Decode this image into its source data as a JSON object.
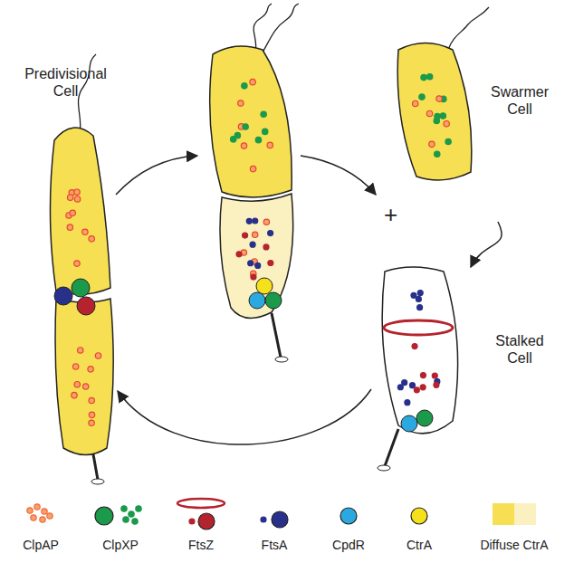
{
  "diagram": {
    "nodes": [
      {
        "text": [
          "Predivisional Cell"
        ]
      },
      {
        "text": [
          "Swarmer Cell"
        ]
      },
      {
        "text": [
          "Stalked Cell"
        ]
      }
    ],
    "edges": [
      {
        "from": 1,
        "to": 2,
        "arrow": "to"
      },
      {
        "from": 2,
        "to": 0,
        "arrow": "to"
      }
    ],
    "labels": [
      "+"
    ],
    "legend": [
      {
        "text": "ClpAP",
        "color": "#f26b3a"
      },
      {
        "text": "ClpXP",
        "color": "#1a9a4a"
      },
      {
        "text": "FtsZ",
        "color": "#b5232e"
      },
      {
        "text": "FtsA",
        "color": "#27318b"
      },
      {
        "text": "CpdR",
        "color": "#29a9e0"
      },
      {
        "text": "CtrA",
        "color": "#f5e11a"
      },
      {
        "text": "Diffuse CtrA",
        "color": "#f6df52"
      }
    ]
  }
}
